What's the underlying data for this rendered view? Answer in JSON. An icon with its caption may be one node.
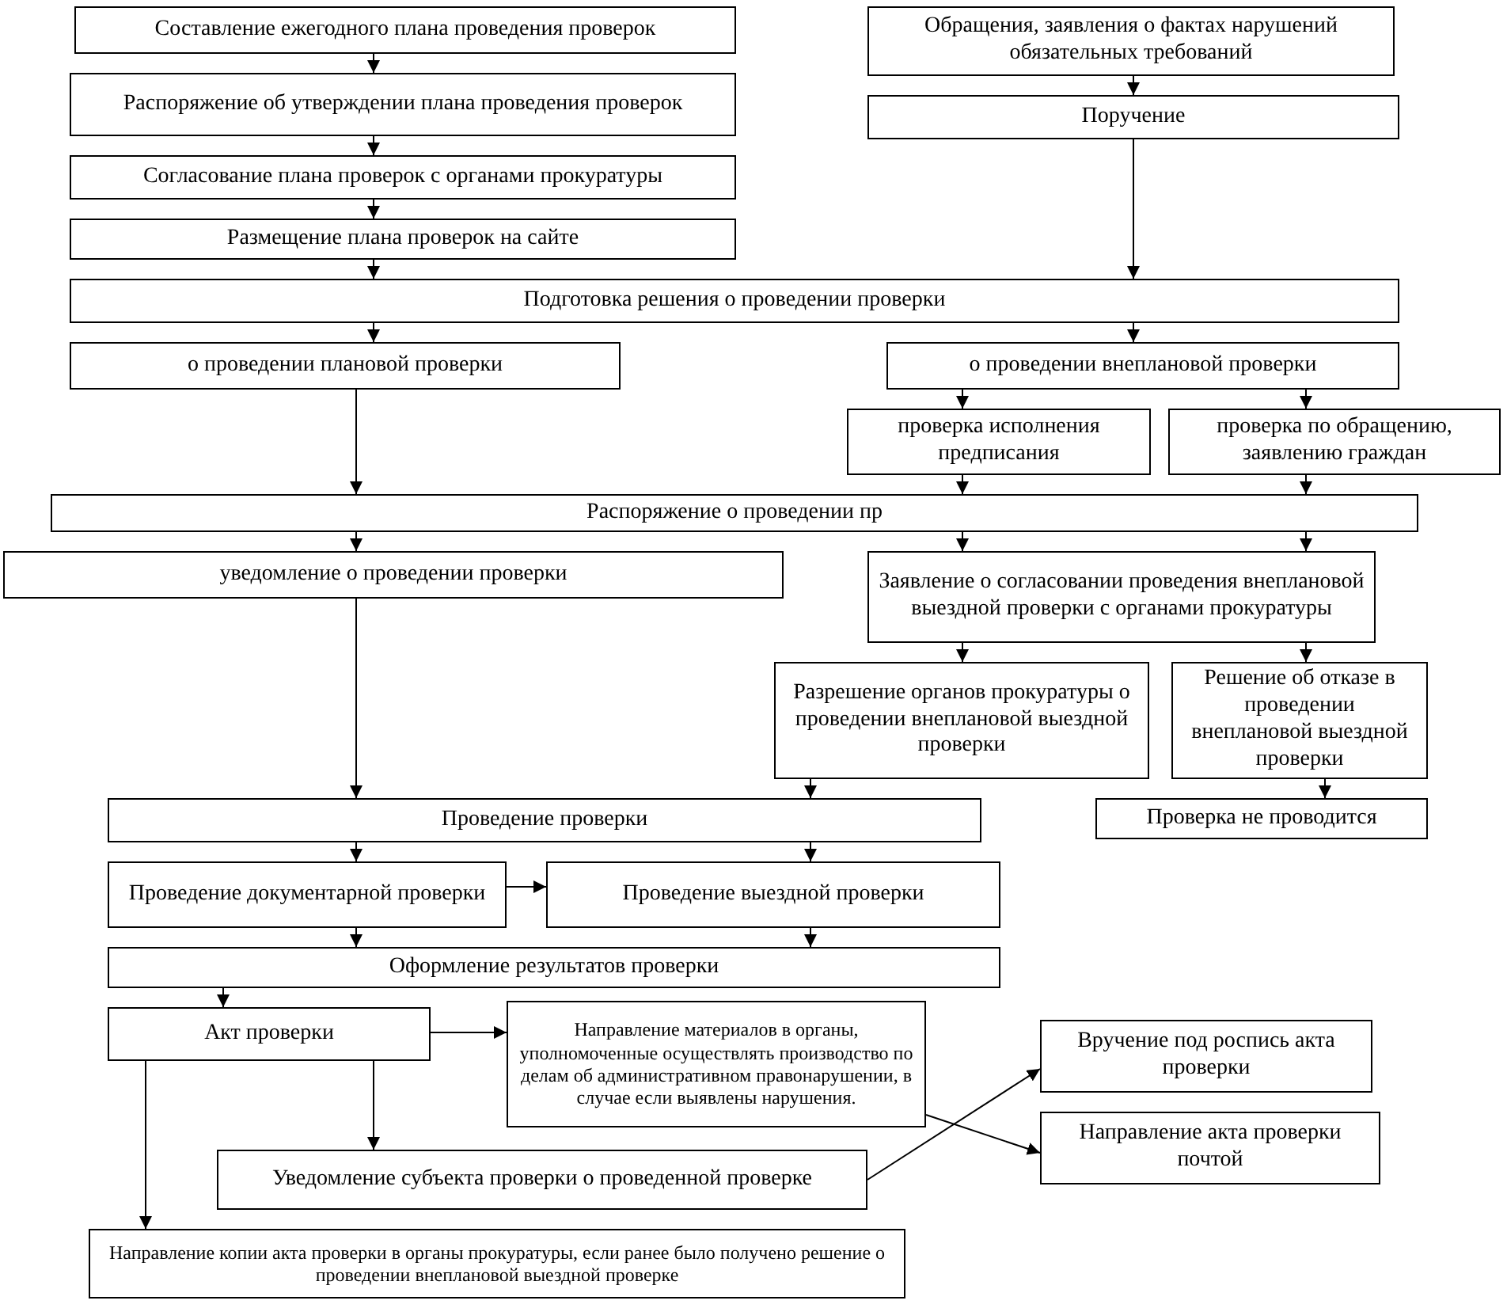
{
  "diagram": {
    "nodes": [
      {
        "text": [
          "Составление ежегодного плана проведения проверок"
        ]
      },
      {
        "text": [
          "Обращения, заявления о фактах нарушений обязательных требований"
        ]
      },
      {
        "text": [
          "Распоряжение об утверждении плана проведения проверок"
        ]
      },
      {
        "text": [
          "Поручение"
        ]
      },
      {
        "text": [
          "Согласование плана проверок с органами прокуратуры"
        ]
      },
      {
        "text": [
          "Размещение плана проверок на сайте"
        ]
      },
      {
        "text": [
          "Подготовка решения о проведении проверки"
        ]
      },
      {
        "text": [
          "о проведении плановой проверки"
        ]
      },
      {
        "text": [
          "о проведении внеплановой проверки"
        ]
      },
      {
        "text": [
          "проверка исполнения предписания"
        ]
      },
      {
        "text": [
          "проверка по обращению, заявлению граждан"
        ]
      },
      {
        "text": [
          "Распоряжение о проведении пр"
        ]
      },
      {
        "text": [
          "уведомление о проведении проверки"
        ]
      },
      {
        "text": [
          "Заявление о согласовании проведения внеплановой выездной проверки с органами прокуратуры"
        ]
      },
      {
        "text": [
          "Разрешение органов прокуратуры о проведении внеплановой выездной проверки"
        ]
      },
      {
        "text": [
          "Решение об отказе в проведении внеплановой выездной проверки"
        ]
      },
      {
        "text": [
          "Проверка не проводится"
        ]
      },
      {
        "text": [
          "Проведение проверки"
        ]
      },
      {
        "text": [
          "Проведение документарной проверки"
        ]
      },
      {
        "text": [
          "Проведение выездной проверки"
        ]
      },
      {
        "text": [
          "Оформление результатов проверки"
        ]
      },
      {
        "text": [
          "Акт проверки"
        ]
      },
      {
        "text": [
          "Направление материалов в органы, уполномоченные осуществлять производство по делам об административном правонарушении, в случае если выявлены нарушения."
        ]
      },
      {
        "text": [
          "Вручение под роспись акта проверки"
        ]
      },
      {
        "text": [
          "Уведомление субъекта проверки о проведенной проверке"
        ]
      },
      {
        "text": [
          "Направление акта проверки почтой"
        ]
      },
      {
        "text": [
          "Направление копии акта проверки в органы прокуратуры, если ранее было получено решение о проведении внеплановой выездной проверке"
        ]
      }
    ],
    "edges": [
      {
        "from": 0,
        "to": 2,
        "arrow": "to"
      },
      {
        "from": 2,
        "to": 4,
        "arrow": "to"
      },
      {
        "from": 4,
        "to": 5,
        "arrow": "to"
      },
      {
        "from": 5,
        "to": 6,
        "arrow": "to"
      },
      {
        "from": 6,
        "to": 7,
        "arrow": "to"
      },
      {
        "from": 1,
        "to": 3,
        "arrow": "to"
      },
      {
        "from": 3,
        "to": 6,
        "arrow": "to"
      },
      {
        "from": 6,
        "to": 8,
        "arrow": "to"
      },
      {
        "from": 8,
        "to": 9,
        "arrow": "to"
      },
      {
        "from": 8,
        "to": 10,
        "arrow": "to"
      },
      {
        "from": 7,
        "to": 11,
        "arrow": "to"
      },
      {
        "from": 9,
        "to": 11,
        "arrow": "to"
      },
      {
        "from": 10,
        "to": 11,
        "arrow": "to"
      },
      {
        "from": 11,
        "to": 12,
        "arrow": "to"
      },
      {
        "from": 11,
        "to": 13,
        "arrow": "to"
      },
      {
        "from": 11,
        "to": 13,
        "arrow": "to"
      },
      {
        "from": 13,
        "to": 14,
        "arrow": "to"
      },
      {
        "from": 13,
        "to": 15,
        "arrow": "to"
      },
      {
        "from": 15,
        "to": 16,
        "arrow": "to"
      },
      {
        "from": 14,
        "to": 17,
        "arrow": "to"
      },
      {
        "from": 12,
        "to": 17,
        "arrow": "to"
      },
      {
        "from": 17,
        "to": 18,
        "arrow": "to"
      },
      {
        "from": 17,
        "to": 19,
        "arrow": "to"
      },
      {
        "from": 18,
        "to": 19,
        "arrow": "to"
      },
      {
        "from": 18,
        "to": 20,
        "arrow": "to"
      },
      {
        "from": 19,
        "to": 20,
        "arrow": "to"
      },
      {
        "from": 20,
        "to": 21,
        "arrow": "to"
      },
      {
        "from": 21,
        "to": 22,
        "arrow": "to"
      },
      {
        "from": 21,
        "to": 24,
        "arrow": "to"
      },
      {
        "from": 21,
        "to": 26,
        "arrow": "to"
      },
      {
        "from": 24,
        "to": 23,
        "arrow": "to"
      },
      {
        "from": 22,
        "to": 25,
        "arrow": "to"
      }
    ]
  }
}
